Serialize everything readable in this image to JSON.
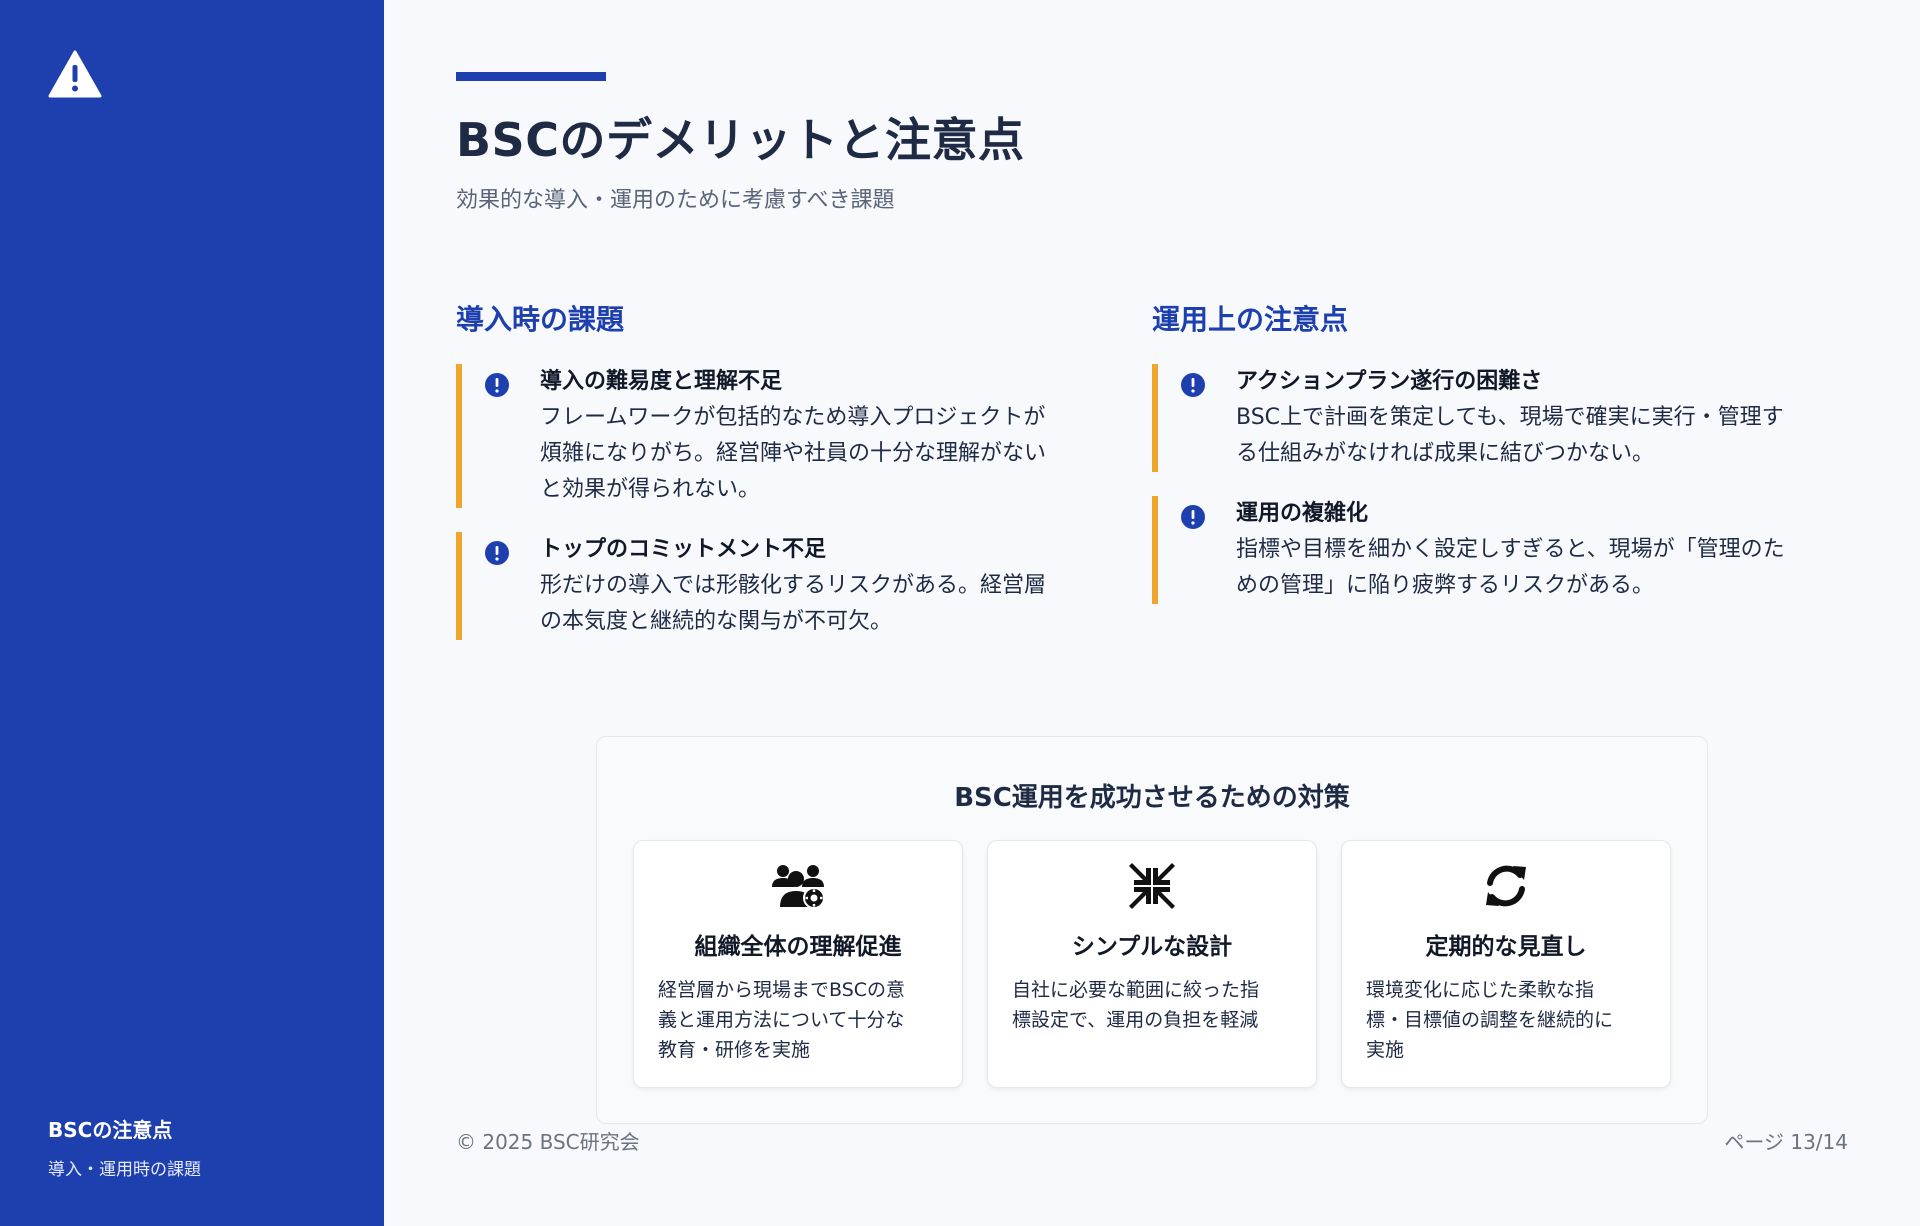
{
  "sidebar": {
    "icon": "warning-triangle-icon",
    "title": "BSCの注意点",
    "subtitle": "導入・運用時の課題"
  },
  "header": {
    "title": "BSCのデメリットと注意点",
    "subtitle": "効果的な導入・運用のために考慮すべき課題"
  },
  "left_column": {
    "heading": "導入時の課題",
    "items": [
      {
        "title": "導入の難易度と理解不足",
        "lines": [
          "フレームワークが包括的なため導入プロジェクトが",
          "煩雑になりがち。経営陣や社員の十分な理解がない",
          "と効果が得られない。"
        ]
      },
      {
        "title": "トップのコミットメント不足",
        "lines": [
          "形だけの導入では形骸化するリスクがある。経営層",
          "の本気度と継続的な関与が不可欠。"
        ]
      }
    ]
  },
  "right_column": {
    "heading": "運用上の注意点",
    "items": [
      {
        "title": "アクションプラン遂行の困難さ",
        "lines": [
          "BSC上で計画を策定しても、現場で確実に実行・管理す",
          "る仕組みがなければ成果に結びつかない。"
        ]
      },
      {
        "title": "運用の複雑化",
        "lines": [
          "指標や目標を細かく設定しすぎると、現場が「管理のた",
          "めの管理」に陥り疲弊するリスクがある。"
        ]
      }
    ]
  },
  "measures": {
    "title": "BSC運用を成功させるための対策",
    "cards": [
      {
        "icon": "users-gear-icon",
        "title": "組織全体の理解促進",
        "lines": [
          "経営層から現場までBSCの意",
          "義と運用方法について十分な",
          "教育・研修を実施"
        ]
      },
      {
        "icon": "compress-arrows-icon",
        "title": "シンプルな設計",
        "lines": [
          "自社に必要な範囲に絞った指",
          "標設定で、運用の負担を軽減"
        ]
      },
      {
        "icon": "sync-arrows-icon",
        "title": "定期的な見直し",
        "lines": [
          "環境変化に応じた柔軟な指",
          "標・目標値の調整を継続的に",
          "実施"
        ]
      }
    ]
  },
  "footer": {
    "copyright": "© 2025 BSC研究会",
    "page": "ページ 13/14"
  },
  "colors": {
    "primary": "#1e40af",
    "accent": "#f0a62a",
    "background": "#f7f9fc"
  }
}
